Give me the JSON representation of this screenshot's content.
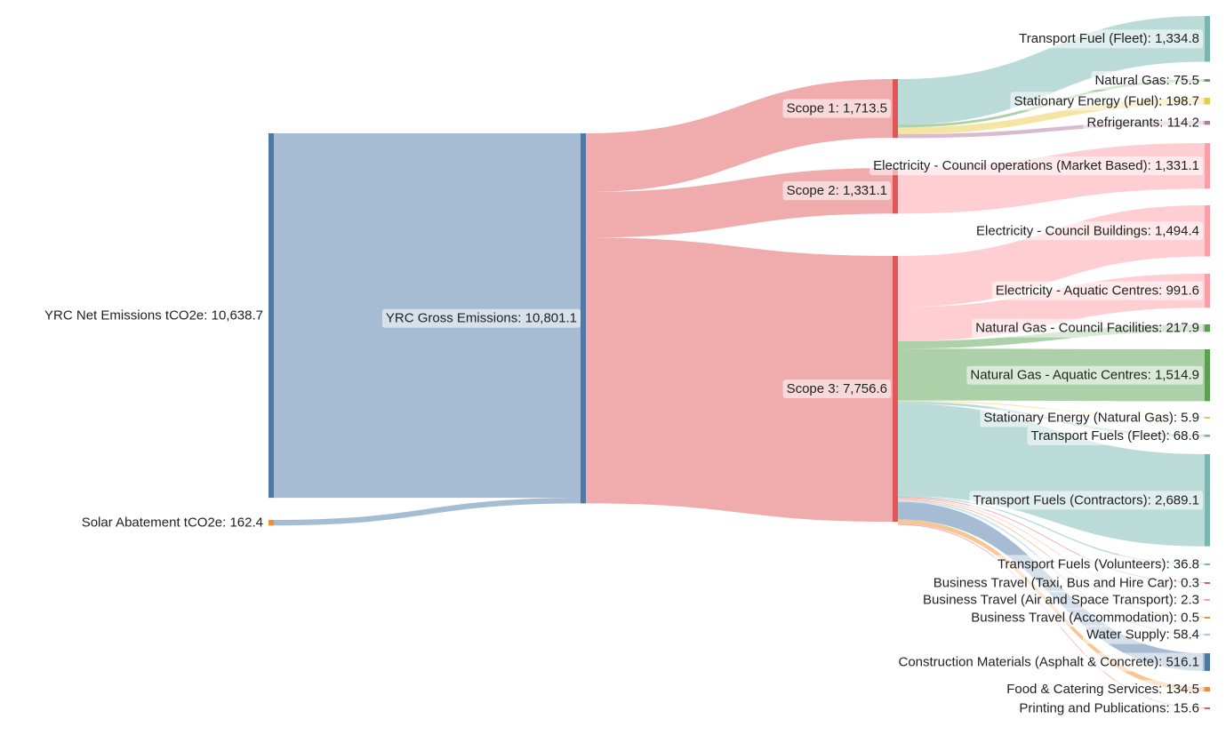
{
  "chart_data": {
    "type": "sankey",
    "title": "",
    "nodes": [
      {
        "id": "net",
        "label": "YRC Net Emissions tCO2e: 10,638.7",
        "value": 10638.7,
        "color": "#4e79a7"
      },
      {
        "id": "solar",
        "label": "Solar Abatement tCO2e: 162.4",
        "value": 162.4,
        "color": "#f28e2b"
      },
      {
        "id": "gross",
        "label": "YRC Gross Emissions: 10,801.1",
        "value": 10801.1,
        "color": "#4e79a7"
      },
      {
        "id": "s1",
        "label": "Scope 1: 1,713.5",
        "value": 1713.5,
        "color": "#e15759"
      },
      {
        "id": "s2",
        "label": "Scope 2: 1,331.1",
        "value": 1331.1,
        "color": "#e15759"
      },
      {
        "id": "s3",
        "label": "Scope 3: 7,756.6",
        "value": 7756.6,
        "color": "#e15759"
      },
      {
        "id": "tf_fleet",
        "label": "Transport Fuel (Fleet): 1,334.8",
        "value": 1334.8,
        "color": "#76b7b2"
      },
      {
        "id": "ng",
        "label": "Natural Gas: 75.5",
        "value": 75.5,
        "color": "#59a14f"
      },
      {
        "id": "se_fuel",
        "label": "Stationary Energy (Fuel): 198.7",
        "value": 198.7,
        "color": "#edc948"
      },
      {
        "id": "refrig",
        "label": "Refrigerants: 114.2",
        "value": 114.2,
        "color": "#b07aa1"
      },
      {
        "id": "elec_ops",
        "label": "Electricity - Council operations (Market Based): 1,331.1",
        "value": 1331.1,
        "color": "#ff9da7"
      },
      {
        "id": "elec_bld",
        "label": "Electricity - Council Buildings: 1,494.4",
        "value": 1494.4,
        "color": "#ff9da7"
      },
      {
        "id": "elec_aq",
        "label": "Electricity - Aquatic Centres: 991.6",
        "value": 991.6,
        "color": "#ff9da7"
      },
      {
        "id": "ng_cf",
        "label": "Natural Gas - Council Facilities: 217.9",
        "value": 217.9,
        "color": "#59a14f"
      },
      {
        "id": "ng_aq",
        "label": "Natural Gas - Aquatic Centres: 1,514.9",
        "value": 1514.9,
        "color": "#59a14f"
      },
      {
        "id": "se_ng",
        "label": "Stationary Energy (Natural Gas): 5.9",
        "value": 5.9,
        "color": "#edc948"
      },
      {
        "id": "tfs_fleet",
        "label": "Transport Fuels (Fleet): 68.6",
        "value": 68.6,
        "color": "#76b7b2"
      },
      {
        "id": "tf_contr",
        "label": "Transport Fuels (Contractors): 2,689.1",
        "value": 2689.1,
        "color": "#76b7b2"
      },
      {
        "id": "tf_vol",
        "label": "Transport Fuels (Volunteers): 36.8",
        "value": 36.8,
        "color": "#76b7b2"
      },
      {
        "id": "bt_taxi",
        "label": "Business Travel (Taxi, Bus and Hire Car): 0.3",
        "value": 0.3,
        "color": "#e15759"
      },
      {
        "id": "bt_air",
        "label": "Business Travel (Air and Space Transport): 2.3",
        "value": 2.3,
        "color": "#ff9da7"
      },
      {
        "id": "bt_acc",
        "label": "Business Travel (Accommodation): 0.5",
        "value": 0.5,
        "color": "#f28e2b"
      },
      {
        "id": "water",
        "label": "Water Supply: 58.4",
        "value": 58.4,
        "color": "#a0cbe8"
      },
      {
        "id": "constr",
        "label": "Construction Materials (Asphalt & Concrete): 516.1",
        "value": 516.1,
        "color": "#4e79a7"
      },
      {
        "id": "food",
        "label": "Food & Catering Services: 134.5",
        "value": 134.5,
        "color": "#f28e2b"
      },
      {
        "id": "print",
        "label": "Printing and Publications: 15.6",
        "value": 15.6,
        "color": "#e15759"
      }
    ],
    "links": [
      {
        "source": "net",
        "target": "gross",
        "value": 10638.7
      },
      {
        "source": "solar",
        "target": "gross",
        "value": 162.4
      },
      {
        "source": "gross",
        "target": "s1",
        "value": 1713.5
      },
      {
        "source": "gross",
        "target": "s2",
        "value": 1331.1
      },
      {
        "source": "gross",
        "target": "s3",
        "value": 7756.6
      },
      {
        "source": "s1",
        "target": "tf_fleet",
        "value": 1334.8
      },
      {
        "source": "s1",
        "target": "ng",
        "value": 75.5
      },
      {
        "source": "s1",
        "target": "se_fuel",
        "value": 198.7
      },
      {
        "source": "s1",
        "target": "refrig",
        "value": 114.2
      },
      {
        "source": "s2",
        "target": "elec_ops",
        "value": 1331.1
      },
      {
        "source": "s3",
        "target": "elec_bld",
        "value": 1494.4
      },
      {
        "source": "s3",
        "target": "elec_aq",
        "value": 991.6
      },
      {
        "source": "s3",
        "target": "ng_cf",
        "value": 217.9
      },
      {
        "source": "s3",
        "target": "ng_aq",
        "value": 1514.9
      },
      {
        "source": "s3",
        "target": "se_ng",
        "value": 5.9
      },
      {
        "source": "s3",
        "target": "tfs_fleet",
        "value": 68.6
      },
      {
        "source": "s3",
        "target": "tf_contr",
        "value": 2689.1
      },
      {
        "source": "s3",
        "target": "tf_vol",
        "value": 36.8
      },
      {
        "source": "s3",
        "target": "bt_taxi",
        "value": 0.3
      },
      {
        "source": "s3",
        "target": "bt_air",
        "value": 2.3
      },
      {
        "source": "s3",
        "target": "bt_acc",
        "value": 0.5
      },
      {
        "source": "s3",
        "target": "water",
        "value": 58.4
      },
      {
        "source": "s3",
        "target": "constr",
        "value": 516.1
      },
      {
        "source": "s3",
        "target": "food",
        "value": 134.5
      },
      {
        "source": "s3",
        "target": "print",
        "value": 15.6
      }
    ]
  }
}
